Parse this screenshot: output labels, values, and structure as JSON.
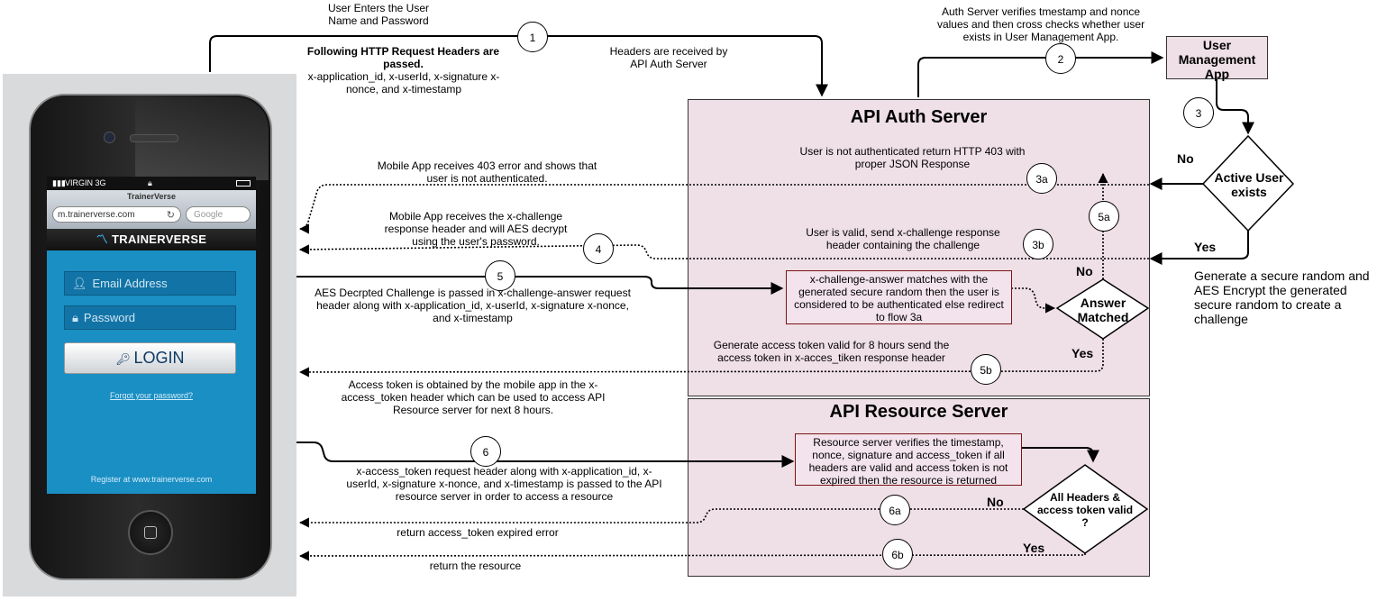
{
  "phone": {
    "carrier": "VIRGIN 3G",
    "browser_title": "TrainerVerse",
    "url": "m.trainerverse.com",
    "search_placeholder": "Google",
    "app_name": "TRAINERVERSE",
    "email_placeholder": "Email Address",
    "password_placeholder": "Password",
    "login_label": "LOGIN",
    "forgot_link": "Forgot your password?",
    "register_text": "Register at www.trainerverse.com"
  },
  "nodes": {
    "auth_server": "API Auth Server",
    "resource_server": "API Resource Server",
    "user_mgmt": "User Management App",
    "active_user": "Active User exists",
    "answer_matched": "Answer Matched",
    "headers_valid": "All Headers & access token valid ?"
  },
  "steps": [
    "1",
    "2",
    "3",
    "3a",
    "3b",
    "4",
    "5",
    "5a",
    "5b",
    "6",
    "6a",
    "6b"
  ],
  "labels": {
    "user_enters": "User Enters the User Name and Password",
    "headers_passed_title": "Following HTTP Request Headers are passed.",
    "headers_passed_list": "x-application_id,  x-userId, x-signature x-nonce, and x-timestamp",
    "headers_received": "Headers are received by API Auth Server",
    "auth_verifies": "Auth Server verifies tmestamp and nonce values and then cross checks whether user exists in User Management App.",
    "not_auth_403": "User is not authenticated return HTTP 403 with proper JSON Response",
    "mobile_403": "Mobile App receives 403 error and shows that user is not authenticated.",
    "mobile_challenge": "Mobile App receives the x-challenge response header and will AES decrypt using the user's password.",
    "user_valid": "User is valid, send x-challenge response header containing the challenge",
    "aes_passed": "AES Decrpted Challenge is passed in x-challenge-answer request header along with x-application_id,  x-userId, x-signature x-nonce, and x-timestamp",
    "answer_box": "x-challenge-answer matches with the generated secure random then the user is considered to be authenticated else redirect to flow 3a",
    "generate_token": "Generate access token valid for 8 hours send the access token in x-acces_tiken response header",
    "token_obtained": "Access token is obtained by the mobile app in the x-access_token header which can be used to access API Resource server for next 8 hours.",
    "resource_box": "Resource server verifies the timestamp, nonce, signature and access_token if all headers are valid and access token is not expired then the resource is returned",
    "token_request": "x-access_token request header along with x-application_id,  x-userId, x-signature x-nonce, and x-timestamp is passed to the API resource server in order to access a resource",
    "expired_error": "return access_token expired error",
    "return_resource": "return the resource",
    "secure_random": "Generate a secure random and AES Encrypt the generated secure random to create a challenge",
    "yes": "Yes",
    "no": "No"
  }
}
